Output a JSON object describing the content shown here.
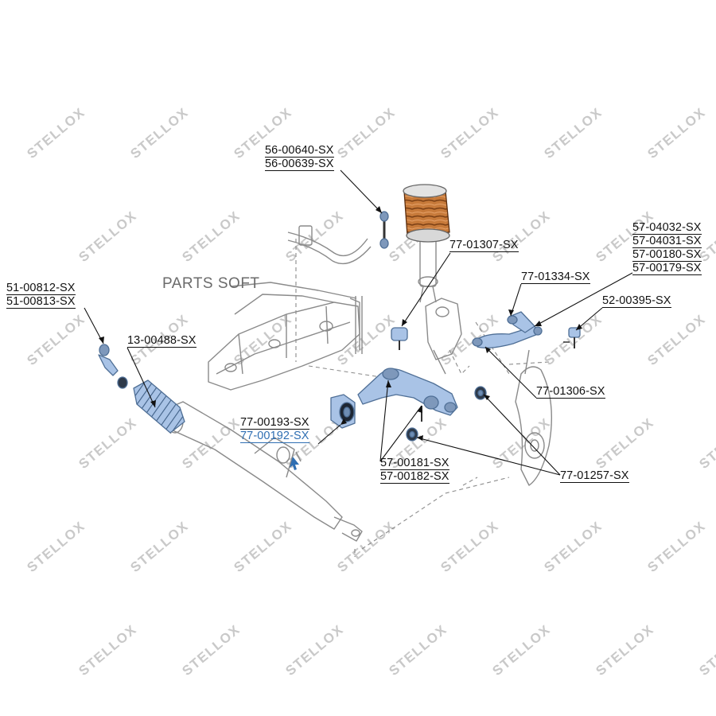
{
  "watermark": {
    "tile_text": "STELLOX",
    "overlay_text": "PARTS SOFT"
  },
  "colors": {
    "part_highlight": "#a9c3e6",
    "part_stroke": "#4f6f96",
    "line_art": "#8a8a8a",
    "callout_line": "#111111",
    "highlight_text": "#2f6fb3",
    "watermark": "#c4c4c4"
  },
  "labels": {
    "sway_link": [
      "56-00640-SX",
      "56-00639-SX"
    ],
    "tie_rod_end": [
      "51-00812-SX",
      "51-00813-SX"
    ],
    "rack_boot": [
      "13-00488-SX"
    ],
    "strut_bushing": [
      "77-01307-SX"
    ],
    "upper_arm_bushing": [
      "77-01334-SX"
    ],
    "upper_arm": [
      "57-04032-SX",
      "57-04031-SX",
      "57-00180-SX",
      "57-00179-SX"
    ],
    "ball_joint": [
      "52-00395-SX"
    ],
    "upper_arm_rear_bushing": [
      "77-01306-SX"
    ],
    "lower_arm_bushing": [
      "77-00193-SX",
      "77-00192-SX"
    ],
    "lower_arm": [
      "57-00181-SX",
      "57-00182-SX"
    ],
    "lower_arm_small_bushing": [
      "77-01257-SX"
    ]
  }
}
